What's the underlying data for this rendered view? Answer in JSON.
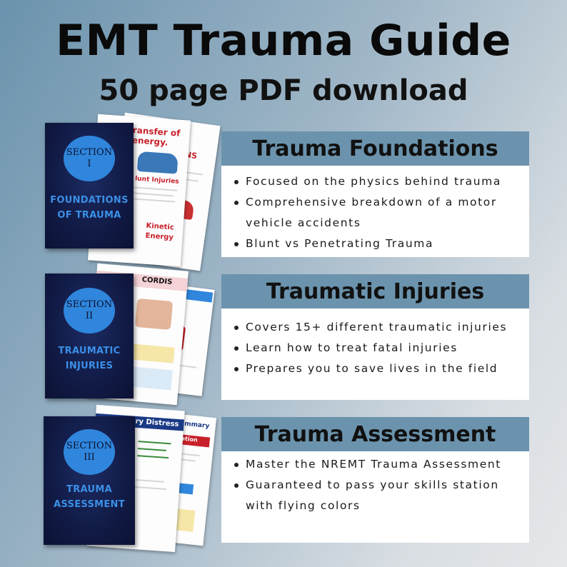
{
  "header": {
    "title": "EMT Trauma Guide",
    "subtitle": "50 page PDF download"
  },
  "sections": [
    {
      "cover_label": "SECTION",
      "cover_numeral": "I",
      "cover_title_line1": "FOUNDATIONS",
      "cover_title_line2": "OF TRAUMA",
      "page_text_1": "ransfer of energy.",
      "page_text_2": "LLISIONS",
      "page_text_3": "lunt Injuries",
      "page_text_4": "Kinetic",
      "page_text_5": "Energy",
      "heading": "Trauma Foundations",
      "bullets": [
        "Focused on the physics behind trauma",
        "Comprehensive breakdown of a motor vehicle accidents",
        "Blunt vs Penetrating Trauma"
      ]
    },
    {
      "cover_label": "SECTION",
      "cover_numeral": "II",
      "cover_title_line1": "TRAUMATIC",
      "cover_title_line2": "INJURIES",
      "page_text_1": "CORDIS",
      "heading": "Traumatic Injuries",
      "bullets": [
        "Covers 15+ different traumatic injuries",
        "Learn how to treat fatal injuries",
        "Prepares you to save lives in the field"
      ]
    },
    {
      "cover_label": "SECTION",
      "cover_numeral": "III",
      "cover_title_line1": "TRAUMA",
      "cover_title_line2": "ASSESSMENT",
      "page_text_1": "ry Distress",
      "page_text_2": "ment Summary",
      "page_text_3": "Circulation",
      "heading": "Trauma Assessment",
      "bullets": [
        "Master the NREMT Trauma Assessment",
        "Guaranteed to pass your skills station with flying colors"
      ]
    }
  ],
  "colors": {
    "accent": "#6b93ad",
    "cover_dark": "#111a45",
    "section_circle": "#2f86dc",
    "red_text": "#c8202a"
  }
}
